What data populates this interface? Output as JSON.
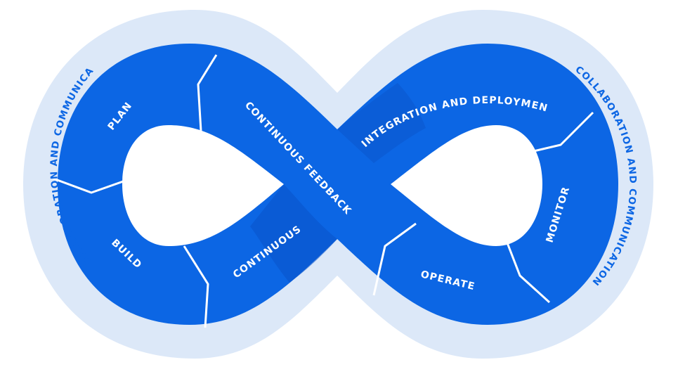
{
  "diagram": {
    "outer_ring": {
      "left_label": "COLLABORATION AND COMMUNICATION",
      "right_label": "COLLABORATION AND COMMUNICATION"
    },
    "stages": {
      "plan": "PLAN",
      "build": "BUILD",
      "continuous": "CONTINUOUS",
      "continuous_feedback": "CONTINUOUS FEEDBACK",
      "integration_and_deployment": "INTEGRATION AND DEPLOYMENT",
      "monitor": "MONITOR",
      "operate": "OPERATE"
    },
    "colors": {
      "band": "#0c66e4",
      "band_dark": "#0a4fc2",
      "outer_ring": "#dce8f8",
      "outer_text": "#0c66e4",
      "divider": "#ffffff"
    }
  }
}
